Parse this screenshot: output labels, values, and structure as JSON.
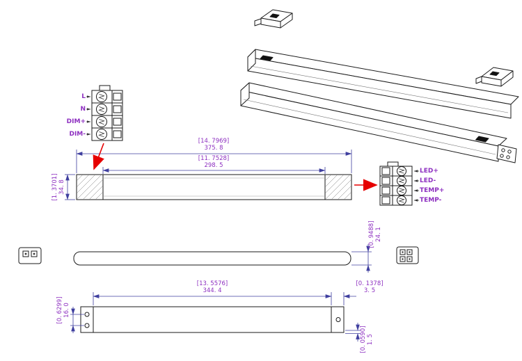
{
  "drawing": {
    "colors": {
      "label_purple": "#8d2fc0",
      "dimension_line": "#3f3f9f",
      "geometry": "#1a1a1a",
      "callout_arrow": "#e60000"
    },
    "left_connector": {
      "labels": [
        "L",
        "N",
        "DIM+",
        "DIM-"
      ]
    },
    "right_connector": {
      "labels": [
        "LED+",
        "LED-",
        "TEMP+",
        "TEMP-"
      ]
    },
    "dims": {
      "overall": {
        "inch": "[14. 7969]",
        "mm": "375. 8"
      },
      "inner": {
        "inch": "[11. 7528]",
        "mm": "298. 5"
      },
      "front_height": {
        "inch": "[1. 3701]",
        "mm": "34. 8"
      },
      "side_depth": {
        "inch": "[0. 9488]",
        "mm": "24. 1"
      },
      "mount_width": {
        "inch": "[13. 5576]",
        "mm": "344. 4"
      },
      "hole_edge": {
        "inch": "[0. 1378]",
        "mm": "3. 5"
      },
      "hole_spacing": {
        "inch": "[0. 6299]",
        "mm": "16. 0"
      },
      "slot_offset": {
        "inch": "[0. 0590]",
        "mm": "1. 5"
      }
    }
  }
}
